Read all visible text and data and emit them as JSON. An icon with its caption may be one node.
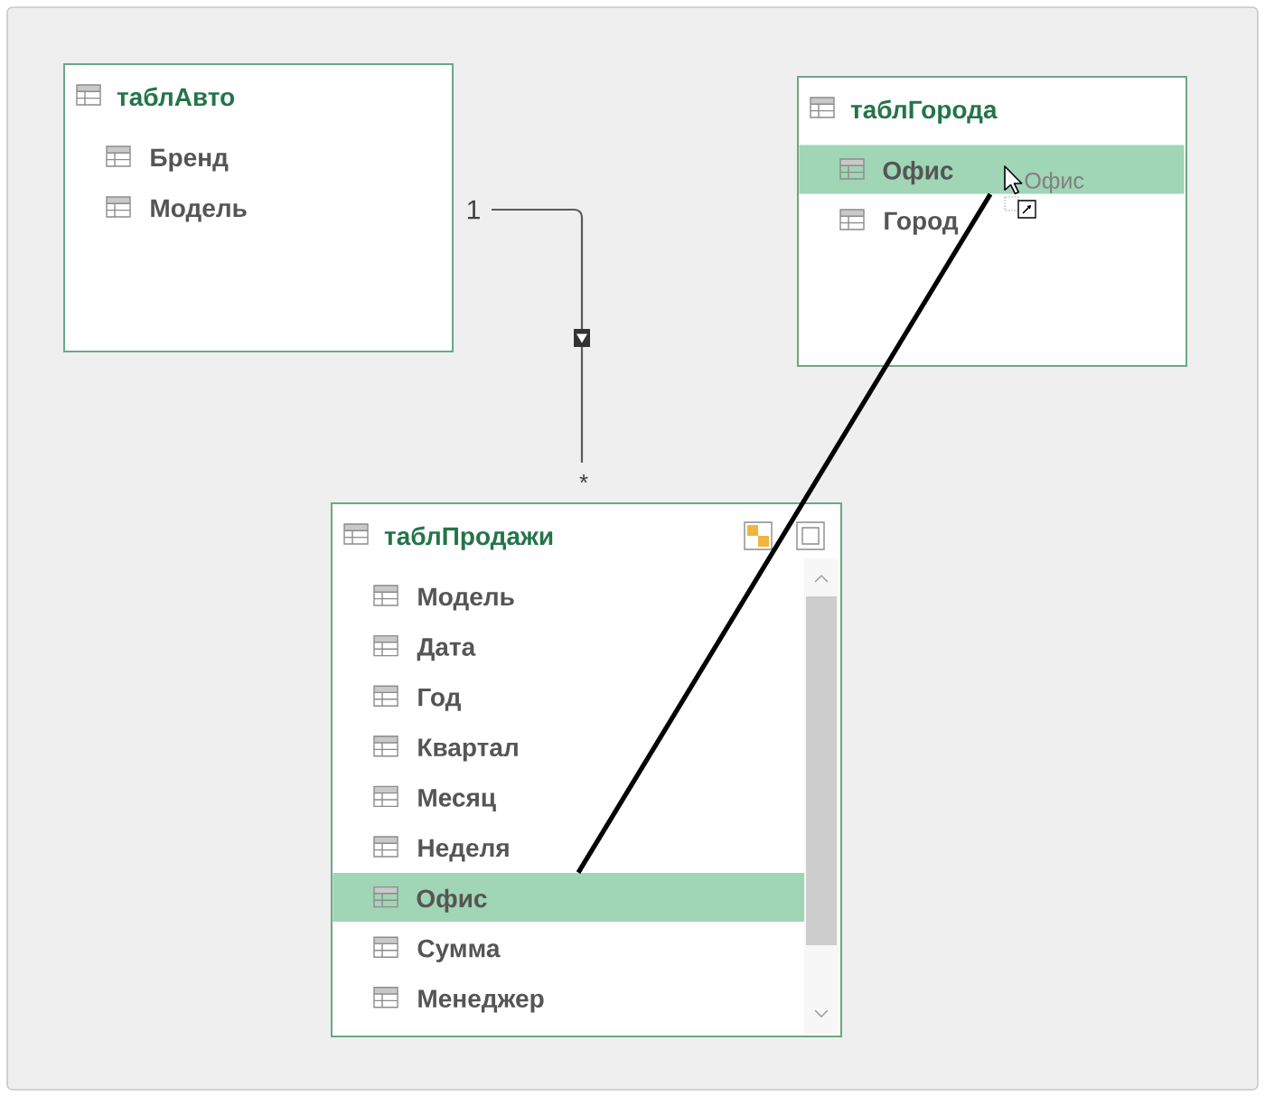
{
  "diagram": {
    "nodes": [
      {
        "text": [
          "таблАвто"
        ]
      },
      {
        "text": [
          "Бренд"
        ],
        "in": 0
      },
      {
        "text": [
          "Модель"
        ],
        "in": 0
      },
      {
        "text": [
          "таблГорода"
        ]
      },
      {
        "text": [
          "Офис"
        ],
        "in": 3
      },
      {
        "text": [
          "Город"
        ],
        "in": 3
      },
      {
        "text": [
          "таблПродажи"
        ]
      },
      {
        "text": [
          "Модель"
        ],
        "in": 6
      },
      {
        "text": [
          "Дата"
        ],
        "in": 6
      },
      {
        "text": [
          "Год"
        ],
        "in": 6
      },
      {
        "text": [
          "Квартал"
        ],
        "in": 6
      },
      {
        "text": [
          "Месяц"
        ],
        "in": 6
      },
      {
        "text": [
          "Неделя"
        ],
        "in": 6
      },
      {
        "text": [
          "Офис"
        ],
        "in": 6
      },
      {
        "text": [
          "Сумма"
        ],
        "in": 6
      },
      {
        "text": [
          "Менеджер"
        ],
        "in": 6
      }
    ],
    "edges": [
      {
        "from": 0,
        "to": 6,
        "arrow": "to"
      },
      {
        "from": 13,
        "to": 4,
        "arrow": "none",
        "style": "thick",
        "color": "#000000"
      }
    ],
    "labels": [
      "1",
      "*",
      "Офис"
    ]
  }
}
